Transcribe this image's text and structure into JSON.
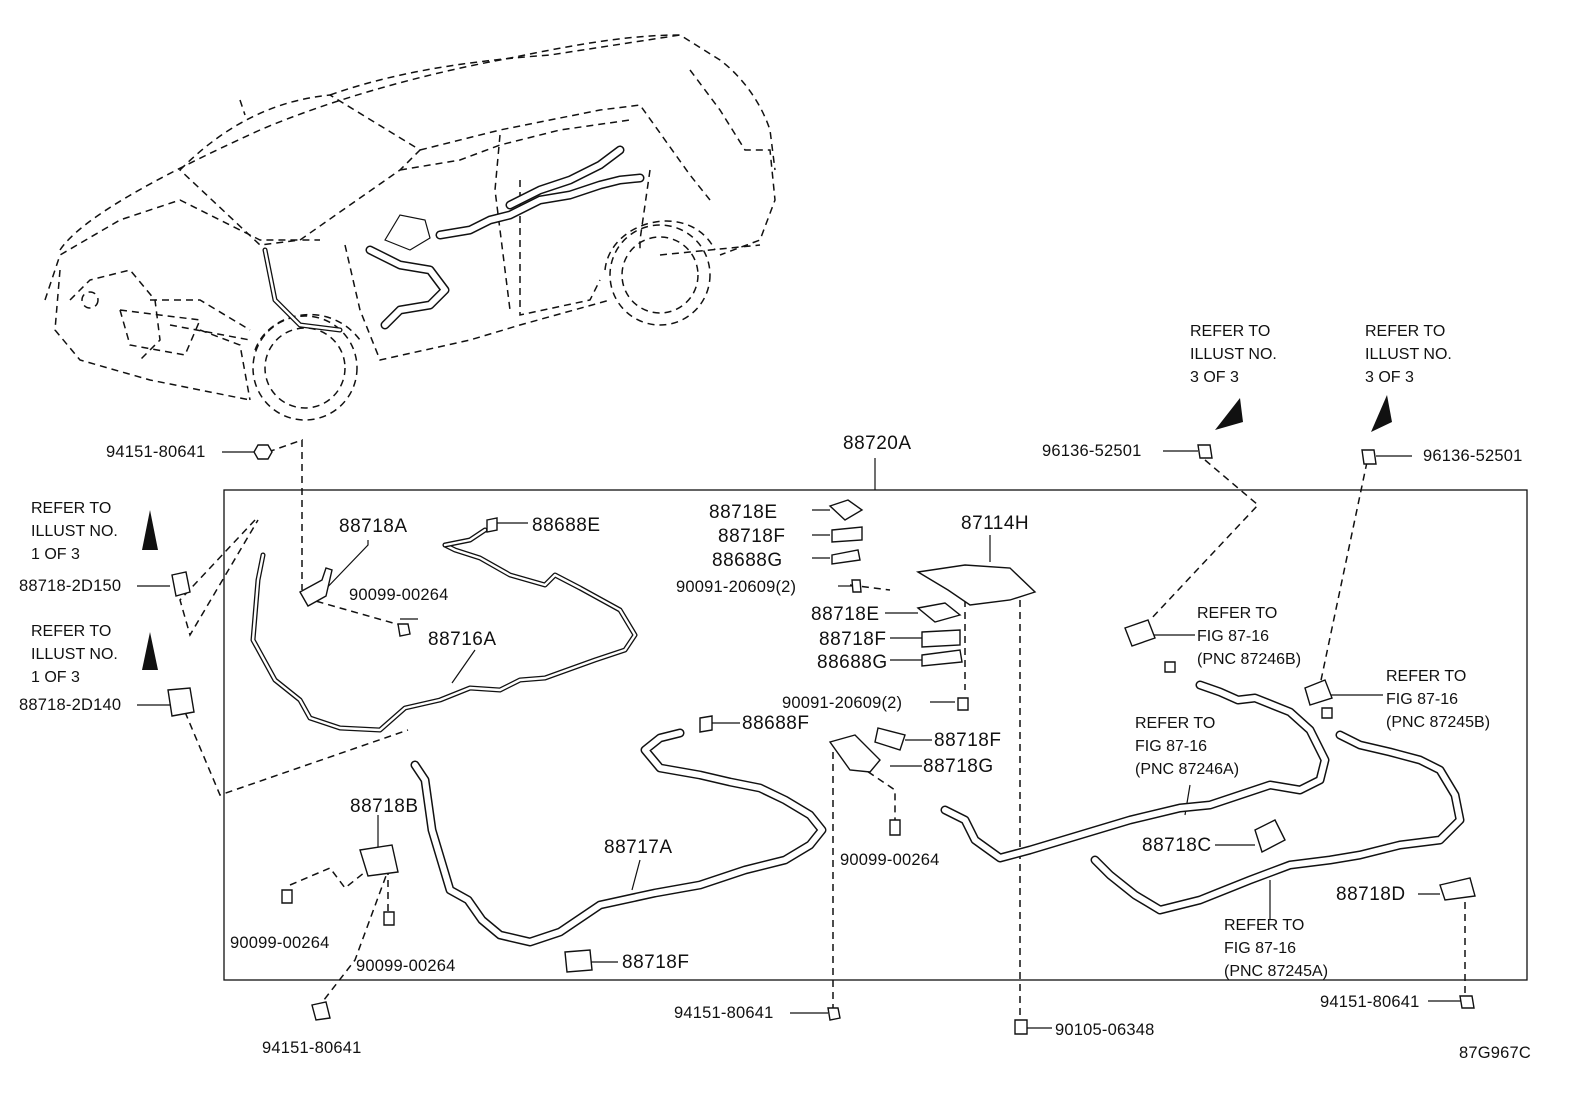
{
  "labels": {
    "main_assembly": "88720A",
    "p_88718A": "88718A",
    "p_88688E_top": "88688E",
    "p_90099_a": "90099-00264",
    "p_88716A": "88716A",
    "p_88718E_1": "88718E",
    "p_88718F_1": "88718F",
    "p_88688G_1": "88688G",
    "p_90091_1": "90091-20609(2)",
    "p_88718E_2": "88718E",
    "p_88718F_2": "88718F",
    "p_88688G_2": "88688G",
    "p_90091_2": "90091-20609(2)",
    "p_87114H": "87114H",
    "p_88688F": "88688F",
    "p_88718F_3": "88718F",
    "p_88718G": "88718G",
    "p_90099_b": "90099-00264",
    "p_88718B": "88718B",
    "p_88717A": "88717A",
    "p_88718F_4": "88718F",
    "p_90099_c": "90099-00264",
    "p_90099_d": "90099-00264",
    "p_94151_left_top": "94151-80641",
    "p_94151_bottom_left": "94151-80641",
    "p_94151_bottom_mid": "94151-80641",
    "p_94151_bottom_right": "94151-80641",
    "p_90105": "90105-06348",
    "p_96136_1": "96136-52501",
    "p_96136_2": "96136-52501",
    "p_88718_2D150": "88718-2D150",
    "p_88718_2D140": "88718-2D140",
    "p_88718C": "88718C",
    "p_88718D": "88718D",
    "diagram_code": "87G967C"
  },
  "notes": {
    "refer_illust_3_a": "REFER TO\nILLUST NO.\n3 OF 3",
    "refer_illust_3_b": "REFER TO\nILLUST NO.\n3 OF 3",
    "refer_illust_1_a": "REFER TO\nILLUST NO.\n1 OF 3",
    "refer_illust_1_b": "REFER TO\nILLUST NO.\n1 OF 3",
    "refer_fig_87246B": "REFER TO\nFIG 87-16\n(PNC 87246B)",
    "refer_fig_87245B": "REFER TO\nFIG 87-16\n(PNC 87245B)",
    "refer_fig_87246A": "REFER TO\nFIG 87-16\n(PNC 87246A)",
    "refer_fig_87245A": "REFER TO\nFIG 87-16\n(PNC 87245A)"
  }
}
